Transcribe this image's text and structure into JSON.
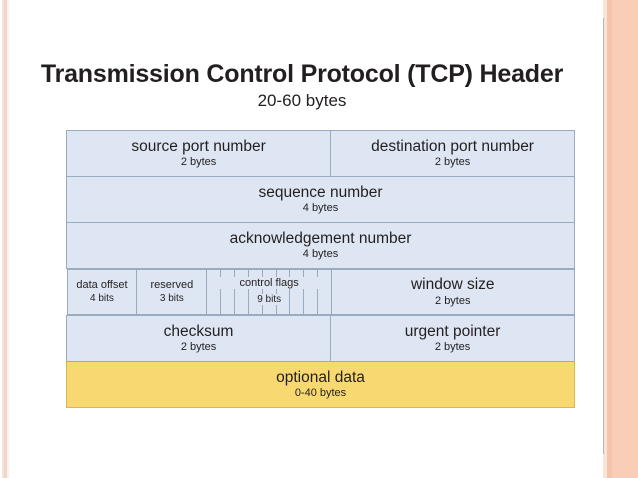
{
  "title": {
    "main": "Transmission Control Protocol (TCP) Header",
    "subtitle": "20-60 bytes"
  },
  "colors": {
    "field_fill": "#dde6f2",
    "field_border": "#9aabc0",
    "optional_fill": "#f8d971",
    "text": "#231f20",
    "page_background": "#ffffff",
    "edge_band_right": "#f9cdb6",
    "edge_band_left": "#f3d6cb"
  },
  "diagram": {
    "rows": [
      {
        "name": "ports-row",
        "cells": [
          {
            "label": "source port number",
            "size": "2 bytes"
          },
          {
            "label": "destination port number",
            "size": "2 bytes"
          }
        ]
      },
      {
        "name": "sequence-row",
        "cells": [
          {
            "label": "sequence number",
            "size": "4 bytes"
          }
        ]
      },
      {
        "name": "acknowledgement-row",
        "cells": [
          {
            "label": "acknowledgement number",
            "size": "4 bytes"
          }
        ]
      },
      {
        "name": "flags-row",
        "cells": [
          {
            "label": "data offset",
            "size": "4 bits"
          },
          {
            "label": "reserved",
            "size": "3 bits"
          },
          {
            "label": "control flags",
            "size": "9 bits",
            "subcells": 9
          },
          {
            "label": "window size",
            "size": "2 bytes"
          }
        ]
      },
      {
        "name": "checksum-row",
        "cells": [
          {
            "label": "checksum",
            "size": "2 bytes"
          },
          {
            "label": "urgent pointer",
            "size": "2 bytes"
          }
        ]
      },
      {
        "name": "optional-row",
        "cells": [
          {
            "label": "optional data",
            "size": "0-40 bytes"
          }
        ]
      }
    ]
  }
}
